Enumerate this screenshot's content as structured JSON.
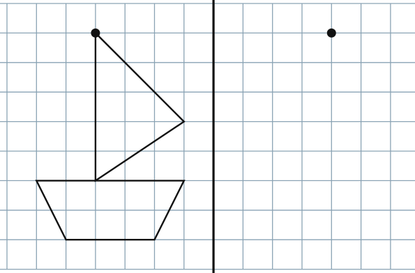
{
  "colors": {
    "background": "#ffffff",
    "grid": "#8aa3b4",
    "divider": "#111111",
    "figure": "#111111"
  },
  "grid": {
    "columns": 14,
    "rows": 9
  },
  "divider_after_column": 7,
  "left_panel": {
    "dots": [
      {
        "col": 3,
        "row": 1
      }
    ],
    "shapes": [
      {
        "name": "sail",
        "points": [
          [
            3,
            1
          ],
          [
            6,
            4
          ],
          [
            3,
            6
          ]
        ]
      },
      {
        "name": "hull",
        "points": [
          [
            1,
            6
          ],
          [
            6,
            6
          ],
          [
            5,
            8
          ],
          [
            2,
            8
          ]
        ]
      }
    ]
  },
  "right_panel": {
    "dots": [
      {
        "col": 11,
        "row": 1
      }
    ]
  }
}
